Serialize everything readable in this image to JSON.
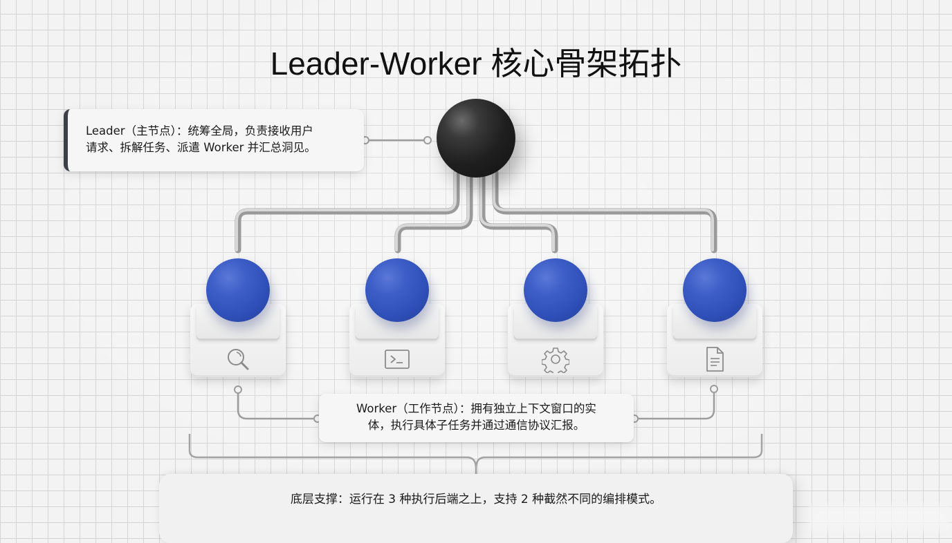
{
  "title": "Leader-Worker 核心骨架拓扑",
  "leader": {
    "label_line1": "Leader（主节点）：统筹全局，负责接收用户",
    "label_line2": "请求、拆解任务、派遣 Worker 并汇总洞见。",
    "sphere_color": "#1f1f1f",
    "accent_bar_color": "#3b3f47"
  },
  "workers": {
    "sphere_color": "#3d5ec7",
    "items": [
      {
        "icon": "search-icon"
      },
      {
        "icon": "terminal-icon"
      },
      {
        "icon": "gear-icon"
      },
      {
        "icon": "document-icon"
      }
    ],
    "label_line1": "Worker（工作节点）：拥有独立上下文窗口的实",
    "label_line2": "体，执行具体子任务并通过通信协议汇报。"
  },
  "foundation": {
    "label": "底层支撑：运行在 3 种执行后端之上，支持 2 种截然不同的编排模式。"
  }
}
